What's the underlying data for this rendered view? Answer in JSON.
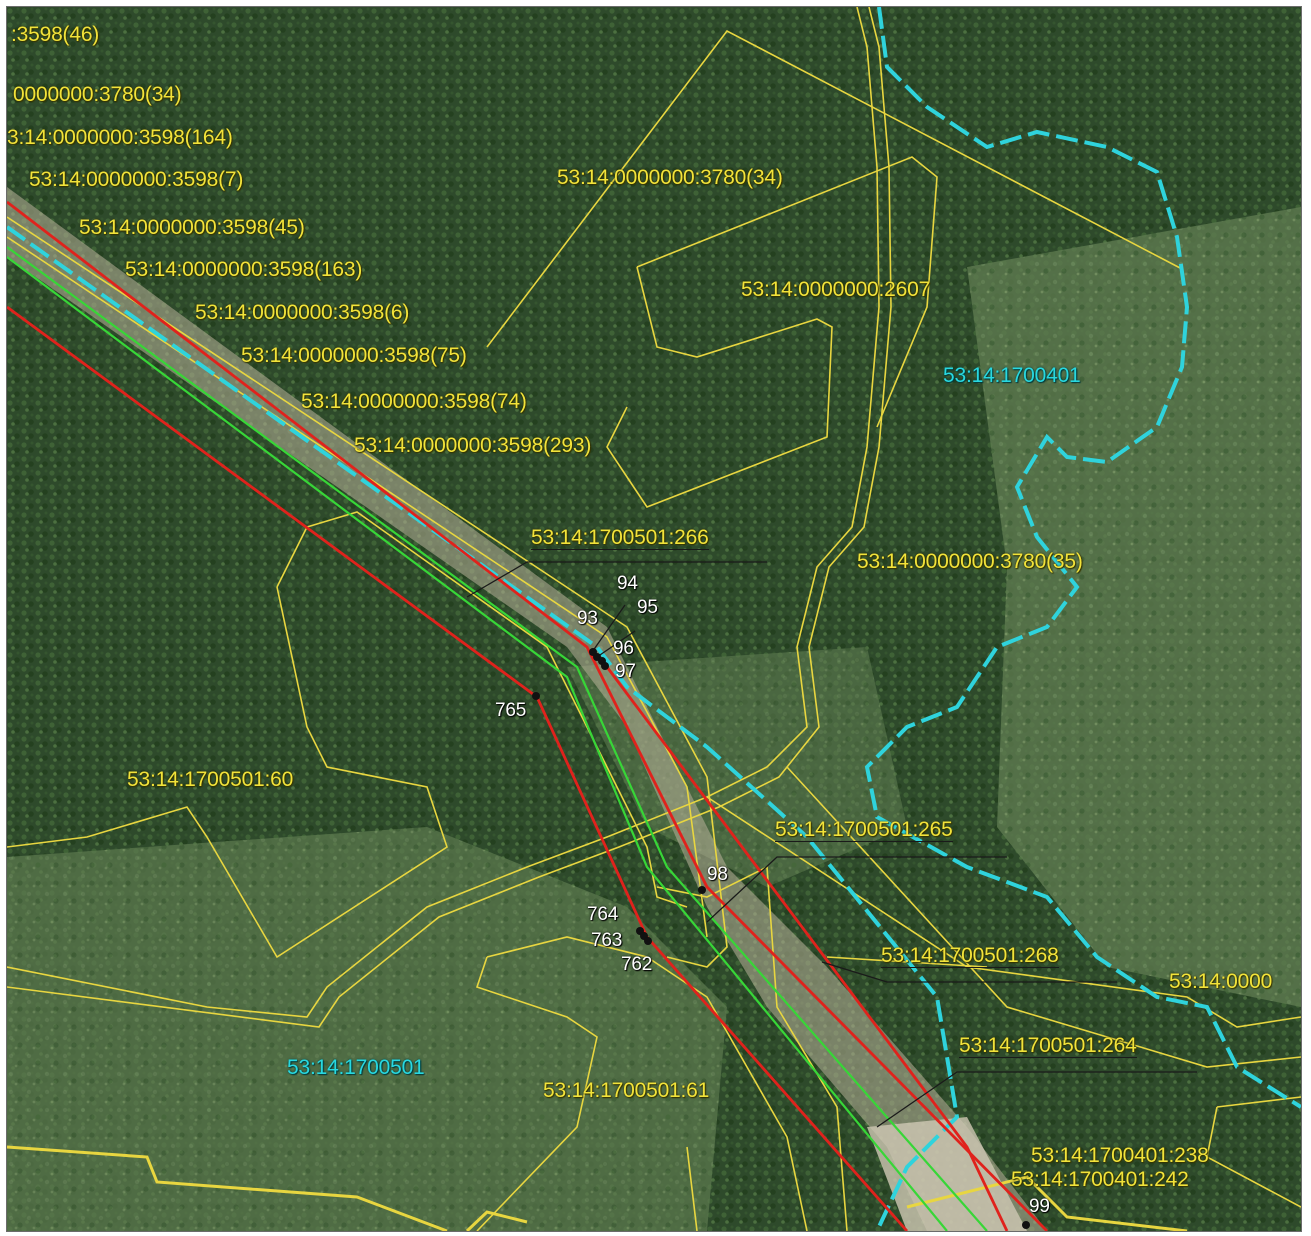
{
  "map": {
    "colors": {
      "parcel_boundary": "#e8d640",
      "parcel_label": "#f2e33a",
      "quarter_boundary": "#2fd3dc",
      "quarter_label": "#28d8e0",
      "planned_line_red": "#e0221c",
      "planned_line_green": "#37d637",
      "point_marker": "#111111",
      "leader_line": "#1a1a1a"
    },
    "parcel_labels": [
      ":3598(46)",
      "0000000:3780(34)",
      "3:14:0000000:3598(164)",
      "53:14:0000000:3598(7)",
      "53:14:0000000:3598(45)",
      "53:14:0000000:3598(163)",
      "53:14:0000000:3598(6)",
      "53:14:0000000:3598(75)",
      "53:14:0000000:3598(74)",
      "53:14:0000000:3598(293)",
      "53:14:0000000:3780(34)",
      "53:14:0000000:2607",
      "53:14:1700501:266",
      "53:14:0000000:3780(35)",
      "53:14:1700501:60",
      "53:14:1700501:265",
      "53:14:1700501:268",
      "53:14:0000",
      "53:14:1700501:264",
      "53:14:1700501:61",
      "53:14:1700401:238",
      "53:14:1700401:242"
    ],
    "quarter_labels": [
      "53:14:1700401",
      "53:14:1700501"
    ],
    "point_labels": [
      "94",
      "95",
      "93",
      "96",
      "97",
      "765",
      "98",
      "764",
      "763",
      "762",
      "99"
    ]
  }
}
